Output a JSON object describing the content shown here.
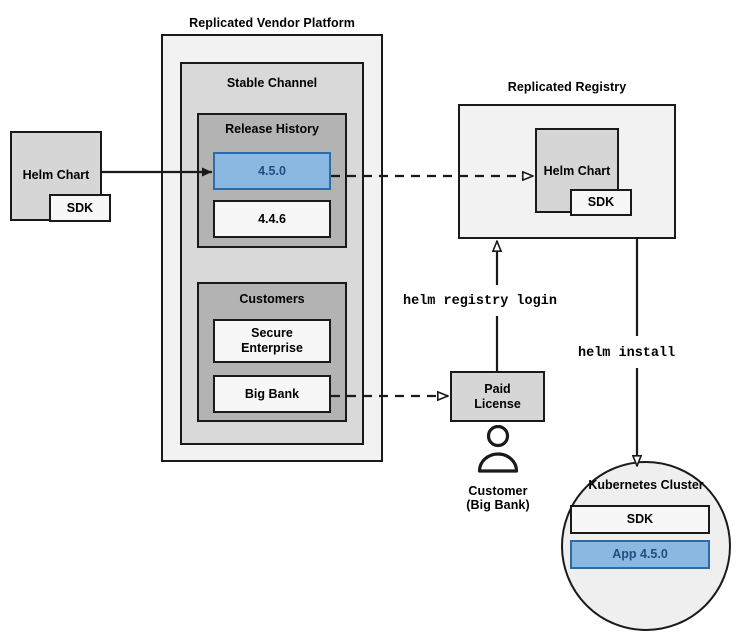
{
  "diagram": {
    "title_vendor_platform": "Replicated Vendor Platform",
    "title_registry": "Replicated Registry",
    "source_chart": {
      "label": "Helm Chart",
      "sdk_label": "SDK"
    },
    "channel": {
      "label": "Stable Channel",
      "release_history": {
        "label": "Release History",
        "releases": [
          {
            "version": "4.5.0",
            "highlighted": true
          },
          {
            "version": "4.4.6",
            "highlighted": false
          }
        ]
      },
      "customers": {
        "label": "Customers",
        "entries": [
          {
            "name": "Secure\nEnterprise",
            "line1": "Secure",
            "line2": "Enterprise"
          },
          {
            "name": "Big Bank",
            "line1": "Big Bank",
            "line2": ""
          }
        ]
      }
    },
    "registry": {
      "chart_label": "Helm Chart",
      "sdk_label": "SDK"
    },
    "license": {
      "line1": "Paid",
      "line2": "License"
    },
    "customer_actor": {
      "line1": "Customer",
      "line2": "(Big Bank)",
      "icon": "person-icon"
    },
    "cluster": {
      "label": "Kubernetes Cluster",
      "items": [
        {
          "label": "SDK",
          "highlighted": false
        },
        {
          "label": "App 4.5.0",
          "highlighted": true
        }
      ]
    },
    "commands": {
      "registry_login": "helm registry login",
      "install": "helm install"
    },
    "colors": {
      "accent_blue_fill": "#8ab8e0",
      "accent_blue_border": "#2a6ba8",
      "accent_blue_text": "#1c4f80",
      "platform_fill": "#f2f2f2",
      "channel_fill": "#d9d9d9",
      "section_fill": "#b3b3b3",
      "box_fill": "#f7f7f7",
      "chart_fill": "#d6d6d6",
      "stroke": "#1a1a1a"
    }
  }
}
